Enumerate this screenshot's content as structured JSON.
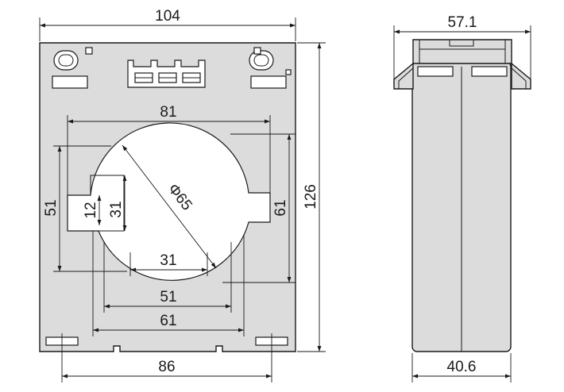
{
  "front_view": {
    "overall_width": "104",
    "overall_height": "126",
    "mount_spacing": "86",
    "aperture_diameter": "Φ65",
    "aperture_width": "81",
    "aperture_left_height": "51",
    "aperture_right_height": "61",
    "notch_height": "12",
    "inner_height": "31",
    "bottom_width_31": "31",
    "bottom_width_51": "51",
    "bottom_width_61": "61"
  },
  "side_view": {
    "top_width": "57.1",
    "bottom_width": "40.6"
  }
}
